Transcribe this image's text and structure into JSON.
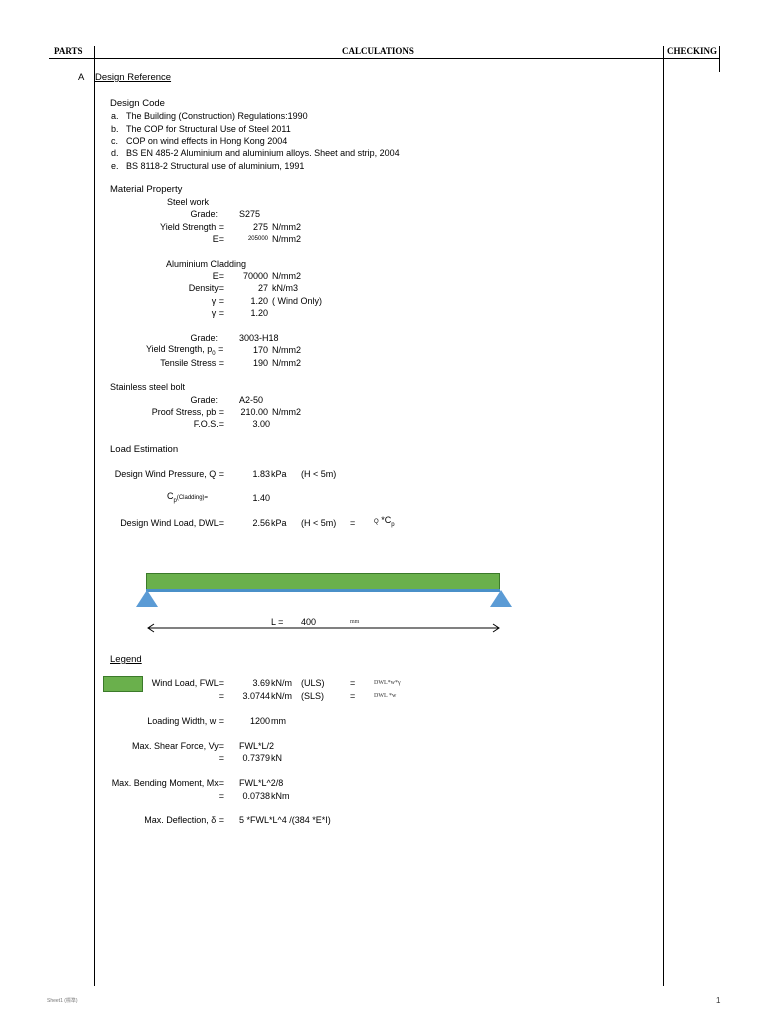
{
  "header": {
    "parts": "PARTS",
    "calculations": "CALCULATIONS",
    "checking": "CHECKING"
  },
  "section_a": {
    "letter": "A",
    "title": "Design Reference",
    "design_code": {
      "title": "Design Code",
      "items": [
        {
          "label": "a.",
          "text": "The Building (Construction) Regulations:1990"
        },
        {
          "label": "b.",
          "text": "The COP for Structural Use of Steel 2011"
        },
        {
          "label": "c.",
          "text": "COP on wind effects in Hong Kong 2004"
        },
        {
          "label": "d.",
          "text": "BS EN 485-2 Aluminium and aluminium alloys. Sheet and strip, 2004"
        },
        {
          "label": "e.",
          "text": "BS 8118-2 Structural use of aluminium, 1991"
        }
      ]
    }
  },
  "material": {
    "title": "Material Property",
    "steel": {
      "title": "Steel work",
      "grade_label": "Grade:",
      "grade": "S275",
      "yield_label": "Yield Strength =",
      "yield": "275",
      "yield_unit": "N/mm2",
      "e_label": "E=",
      "e": "205000",
      "e_unit": "N/mm2"
    },
    "aluminium": {
      "title": "Aluminium Cladding",
      "e_label": "E=",
      "e": "70000",
      "e_unit": "N/mm2",
      "density_label": "Density=",
      "density": "27",
      "density_unit": "kN/m3",
      "gamma_f_label": "γ =",
      "gamma_f": "1.20",
      "gamma_f_note": "( Wind Only)",
      "gamma_m_label": "γ =",
      "gamma_m": "1.20",
      "grade_label": "Grade:",
      "grade": "3003-H18",
      "yield_label": "Yield Strength, p",
      "yield_sub": "0",
      "yield_eq": "=",
      "yield": "170",
      "yield_unit": "N/mm2",
      "tensile_label": "Tensile Stress =",
      "tensile": "190",
      "tensile_unit": "N/mm2"
    },
    "bolt": {
      "title": "Stainless steel bolt",
      "grade_label": "Grade:",
      "grade": "A2-50",
      "proof_label": "Proof Stress, pb =",
      "proof": "210.00",
      "proof_unit": "N/mm2",
      "fos_label": "F.O.S.=",
      "fos": "3.00"
    }
  },
  "load": {
    "title": "Load Estimation",
    "q_label": "Design Wind Pressure, Q =",
    "q": "1.83",
    "q_unit": "kPa",
    "q_note": "(H < 5m)",
    "cp_label_c": "C",
    "cp_label_sub": "p",
    "cp_label_rest": "(Cladding)=",
    "cp": "1.40",
    "dwl_label": "Design Wind Load, DWL=",
    "dwl": "2.56",
    "dwl_unit": "kPa",
    "dwl_note": "(H < 5m)",
    "dwl_eq": "=",
    "dwl_formula_q": "Q",
    "dwl_formula_c": "*C",
    "dwl_formula_sub": "p"
  },
  "diagram": {
    "l_label": "L =",
    "l_value": "400",
    "l_unit": "mm"
  },
  "legend": {
    "title": "Legend",
    "fwl_label": "Wind Load, FWL=",
    "fwl_uls": "3.69",
    "fwl_unit": "kN/m",
    "uls": "(ULS)",
    "eq": "=",
    "fwl_uls_formula": "DWL*w*γ",
    "fwl_sls": "3.0744",
    "sls": "(SLS)",
    "fwl_sls_formula": "DWL *w",
    "w_label": "Loading Width, w =",
    "w": "1200",
    "w_unit": "mm",
    "shear_label": "Max. Shear Force, Vy=",
    "shear_formula": "FWL*L/2",
    "shear": "0.7379",
    "shear_unit": "kN",
    "moment_label": "Max. Bending Moment, Mx=",
    "moment_formula": "FWL*L^2/8",
    "moment": "0.0738",
    "moment_unit": "kNm",
    "deflection_label": "Max. Deflection, δ =",
    "deflection_formula": "5 *FWL*L^4 /(384 *E*I)"
  },
  "footer": {
    "sheet": "Sheet1 (標準)",
    "page": "1"
  }
}
